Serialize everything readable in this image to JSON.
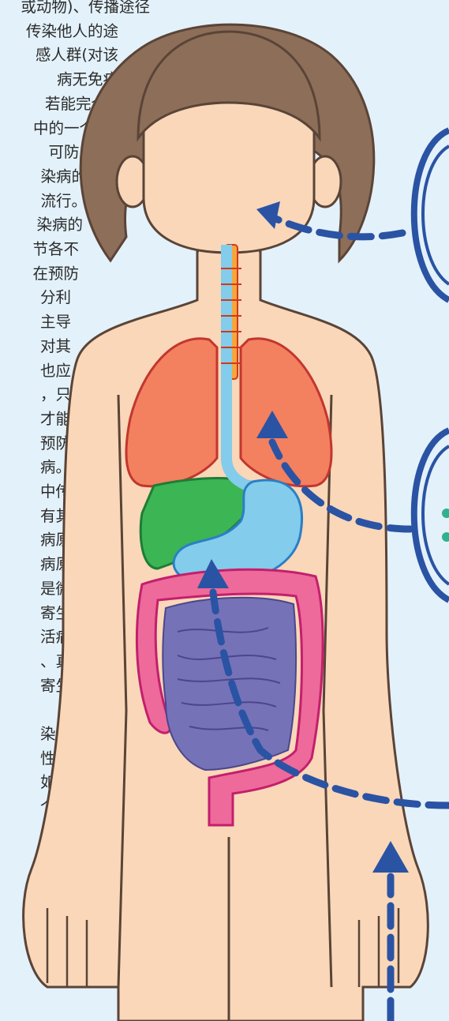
{
  "article": {
    "lines": [
      "或动物)、传播途径",
      "传染他人的途",
      "感人群(对该",
      "病无免疫",
      "若能完全",
      "中的一个",
      "可防止",
      "染病的",
      "流行。",
      "染病的",
      "节各不",
      "在预防",
      "分利",
      "主导",
      "对其",
      "也应",
      "，只",
      "才能",
      "预防",
      "病。",
      "中传",
      "有其",
      "病原",
      "病原",
      "是微",
      "寄生",
      "活病",
      "、真",
      "寄生",
      "",
      "染病",
      "性，",
      "如季",
      "个基"
    ]
  },
  "colors": {
    "background": "#e3f1fa",
    "skin": "#f9d7b8",
    "hair": "#8d6e58",
    "outline": "#5a4438",
    "lungs": "#f3805f",
    "liver": "#3cb554",
    "stomach": "#83cceb",
    "large-intestine": "#ed6a9b",
    "small-intestine": "#7572b8",
    "trachea": "#f5a63c",
    "arrow": "#2a53a4"
  }
}
